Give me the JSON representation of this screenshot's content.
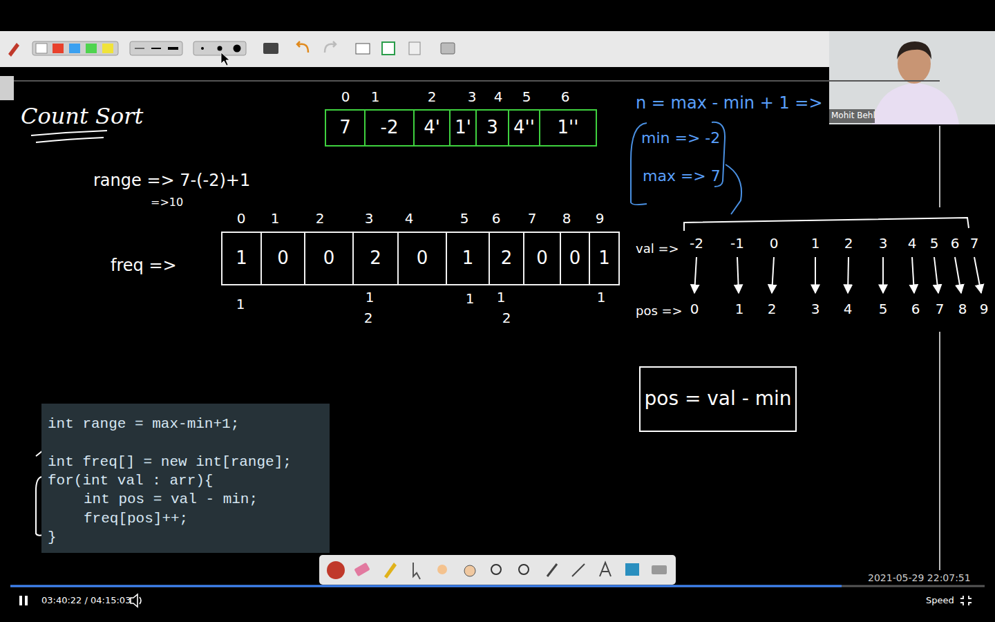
{
  "diagram": {
    "title": "Count Sort",
    "nodes": [
      {
        "text": [
          "7"
        ]
      },
      {
        "text": [
          "-2"
        ]
      },
      {
        "text": [
          "4'"
        ]
      },
      {
        "text": [
          "1'"
        ]
      },
      {
        "text": [
          "3"
        ]
      },
      {
        "text": [
          "4''"
        ]
      },
      {
        "text": [
          "1''"
        ]
      },
      {
        "text": [
          "1"
        ]
      },
      {
        "text": [
          "0"
        ]
      },
      {
        "text": [
          "0"
        ]
      },
      {
        "text": [
          "2"
        ]
      },
      {
        "text": [
          "0"
        ]
      },
      {
        "text": [
          "1"
        ]
      },
      {
        "text": [
          "2"
        ]
      },
      {
        "text": [
          "0"
        ]
      },
      {
        "text": [
          "0"
        ]
      },
      {
        "text": [
          "1"
        ]
      },
      {
        "text": [
          "int range = max-min+1;",
          "int freq[] = new int[range];",
          "for(int val : arr){",
          "int pos = val - min;",
          "freq[pos]++;",
          "}"
        ]
      },
      {
        "text": [
          "pos = val - min"
        ]
      }
    ],
    "labels": [
      "0",
      "1",
      "2",
      "3",
      "4",
      "5",
      "6",
      "range => 7-(-2)+1",
      "=>10",
      "freq =>",
      "0",
      "1",
      "2",
      "3",
      "4",
      "5",
      "6",
      "7",
      "8",
      "9",
      "1",
      "1",
      "2",
      "1",
      "1",
      "2",
      "1",
      "n = max - min + 1 =>",
      "min => -2",
      "max => 7",
      "val =>",
      "-2",
      "-1",
      "0",
      "1",
      "2",
      "3",
      "4",
      "5",
      "6",
      "7",
      "pos =>",
      "0",
      "1",
      "2",
      "3",
      "4",
      "5",
      "6",
      "7",
      "8",
      "9",
      "Mohit Behl",
      "2021-05-29 22:07:51",
      "03:40:22 / 04:15:03",
      "Speed"
    ]
  }
}
